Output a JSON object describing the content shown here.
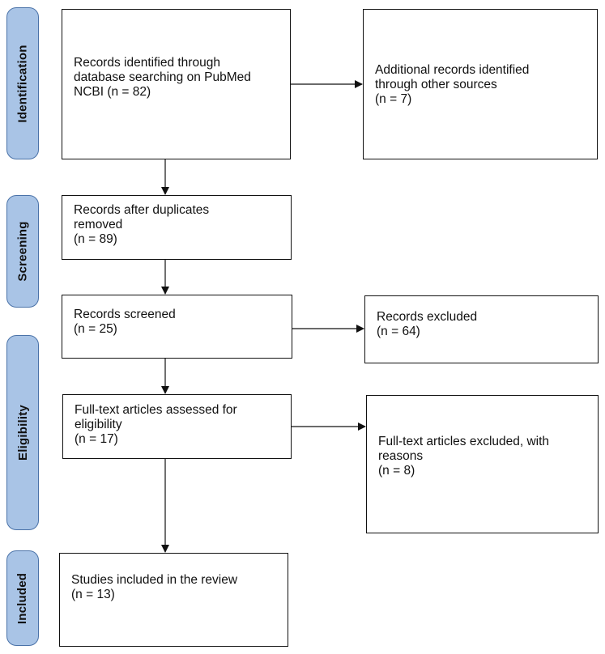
{
  "phases": [
    {
      "key": "identification",
      "label": "Identification"
    },
    {
      "key": "screening",
      "label": "Screening"
    },
    {
      "key": "eligibility",
      "label": "Eligibility"
    },
    {
      "key": "included",
      "label": "Included"
    }
  ],
  "boxes": {
    "database": {
      "lines": [
        "Records identified through",
        "database searching on PubMed",
        "NCBI (n = 82)"
      ]
    },
    "other_sources": {
      "lines": [
        "Additional records identified",
        "through other sources",
        "(n = 7)"
      ]
    },
    "after_duplicates": {
      "lines": [
        "Records after duplicates",
        "removed",
        "(n = 89)"
      ]
    },
    "screened": {
      "lines": [
        "Records screened",
        "(n = 25)"
      ]
    },
    "excluded": {
      "lines": [
        "Records excluded",
        "(n = 64)"
      ]
    },
    "fulltext_assessed": {
      "lines": [
        "Full-text articles assessed for",
        "eligibility",
        "(n = 17)"
      ]
    },
    "fulltext_excluded": {
      "lines": [
        "Full-text articles excluded, with",
        "reasons",
        "(n = 8)"
      ]
    },
    "included_studies": {
      "lines": [
        "Studies included in the review",
        "(n = 13)"
      ]
    }
  }
}
